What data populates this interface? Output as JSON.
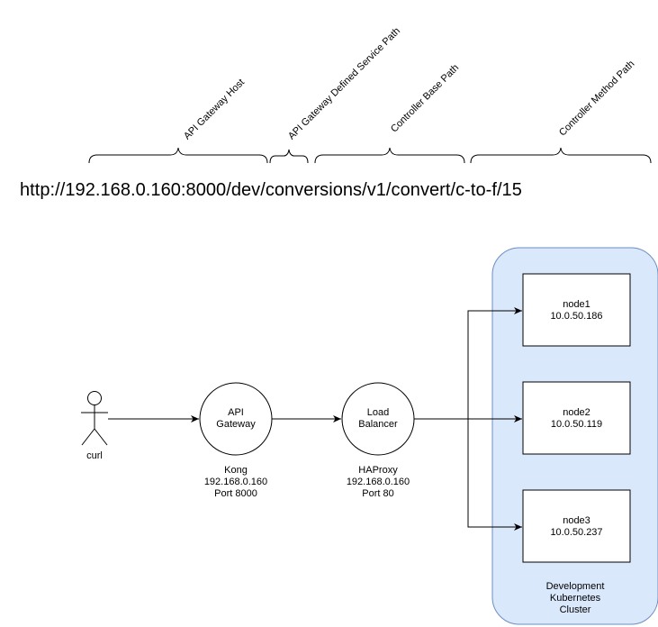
{
  "url": {
    "text": "http://192.168.0.160:8000/dev/conversions/v1/convert/c-to-f/15"
  },
  "segments": [
    {
      "label": "API Gateway Host"
    },
    {
      "label": "API Gateway Defined Service Path"
    },
    {
      "label": "Controller Base Path"
    },
    {
      "label": "Controller Method Path"
    }
  ],
  "actor": {
    "label": "curl"
  },
  "gateway": {
    "line1": "API",
    "line2": "Gateway",
    "caption": [
      "Kong",
      "192.168.0.160",
      "Port 8000"
    ]
  },
  "load_balancer": {
    "line1": "Load",
    "line2": "Balancer",
    "caption": [
      "HAProxy",
      "192.168.0.160",
      "Port 80"
    ]
  },
  "nodes": [
    {
      "name": "node1",
      "ip": "10.0.50.186"
    },
    {
      "name": "node2",
      "ip": "10.0.50.119"
    },
    {
      "name": "node3",
      "ip": "10.0.50.237"
    }
  ],
  "cluster": {
    "lines": [
      "Development",
      "Kubernetes",
      "Cluster"
    ],
    "fill": "#dae8fc",
    "stroke": "#6c8ebf"
  }
}
